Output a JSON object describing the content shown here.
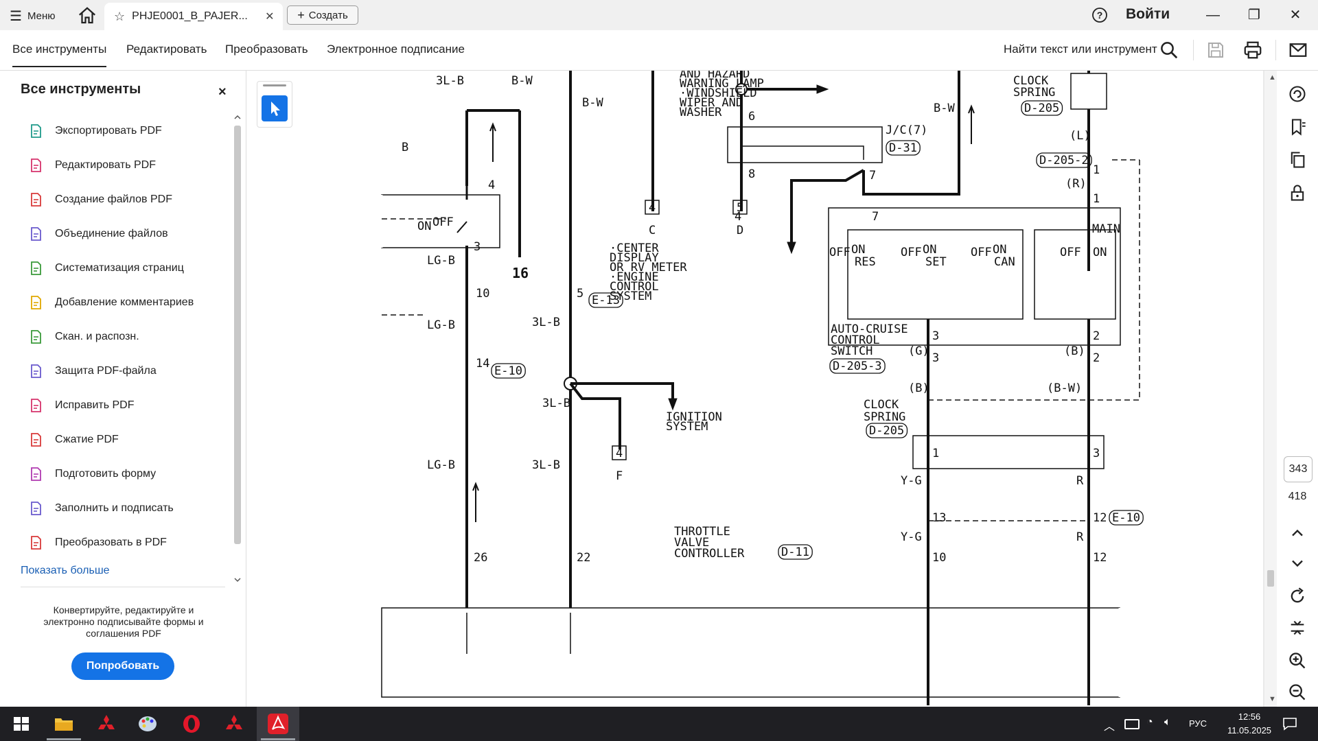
{
  "titlebar": {
    "menu_label": "Меню",
    "tab_title": "PHJE0001_B_PAJER...",
    "new_label": "Создать",
    "signin_label": "Войти"
  },
  "toolbar": {
    "tabs": [
      "Все инструменты",
      "Редактировать",
      "Преобразовать",
      "Электронное подписание"
    ],
    "find_label": "Найти текст или инструмент"
  },
  "left_panel": {
    "title": "Все инструменты",
    "items": [
      {
        "label": "Экспортировать PDF",
        "icon": "export-pdf-icon",
        "color": "#1f9a8a"
      },
      {
        "label": "Редактировать PDF",
        "icon": "edit-pdf-icon",
        "color": "#d6336c"
      },
      {
        "label": "Создание файлов PDF",
        "icon": "create-pdf-icon",
        "color": "#d93a3a"
      },
      {
        "label": "Объединение файлов",
        "icon": "combine-files-icon",
        "color": "#6a5acd"
      },
      {
        "label": "Систематизация страниц",
        "icon": "organize-pages-icon",
        "color": "#3a9a3a"
      },
      {
        "label": "Добавление комментариев",
        "icon": "comment-icon",
        "color": "#e0a800"
      },
      {
        "label": "Скан. и распозн.",
        "icon": "scan-ocr-icon",
        "color": "#3a9a3a"
      },
      {
        "label": "Защита PDF-файла",
        "icon": "protect-pdf-icon",
        "color": "#6a5acd"
      },
      {
        "label": "Исправить PDF",
        "icon": "fix-pdf-icon",
        "color": "#d6336c"
      },
      {
        "label": "Сжатие PDF",
        "icon": "compress-pdf-icon",
        "color": "#d93a3a"
      },
      {
        "label": "Подготовить форму",
        "icon": "prepare-form-icon",
        "color": "#b03ab0"
      },
      {
        "label": "Заполнить и подписать",
        "icon": "fill-sign-icon",
        "color": "#6a5acd"
      },
      {
        "label": "Преобразовать в PDF",
        "icon": "convert-pdf-icon",
        "color": "#d93a3a"
      }
    ],
    "show_more": "Показать больше",
    "promo_text": "Конвертируйте, редактируйте и электронно подписывайте формы и соглашения PDF",
    "try_button": "Попробовать"
  },
  "page_nav": {
    "current": "343",
    "total": "418"
  },
  "taskbar": {
    "language": "РУС",
    "time": "12:56",
    "date": "11.05.2025"
  },
  "diagram": {
    "labels": {
      "l1": "3L-B",
      "l2": "B-W",
      "l3": "B-W",
      "l4": "AND HAZARD",
      "l5": "WARNING LAMP",
      "l6": "·WINDSHIELD",
      "l7": "WIPER AND",
      "l8": "WASHER",
      "l9": "CLOCK",
      "l10": "SPRING",
      "l11": "D-205",
      "l12": "B",
      "l13": "4",
      "l14": "6",
      "l15": "J/C(7)",
      "l16": "D-31",
      "l17": "B-W",
      "l18": "(L)",
      "l19": "D-205-2",
      "l20": "1",
      "l21": "(R)",
      "l22": "1",
      "l23": "ON",
      "l24": "OFF",
      "l25": "8",
      "l26": "7",
      "l27": "4",
      "l28": "5",
      "l29": "C",
      "l30": "D",
      "l31": "3",
      "l32": "16",
      "l33": "LG-B",
      "l34": "·CENTER",
      "l35": "DISPLAY",
      "l36": "OR RV METER",
      "l37": "·ENGINE",
      "l38": "CONTROL",
      "l39": "SYSTEM",
      "l40": "OFF",
      "l41": "ON",
      "l42": "RES",
      "l43": "OFF",
      "l44": "ON",
      "l45": "SET",
      "l46": "OFF",
      "l47": "ON",
      "l48": "CAN",
      "l49": "MAIN",
      "l50": "OFF",
      "l51": "ON",
      "l52": "10",
      "l53": "5",
      "l54": "E-13",
      "l55": "LG-B",
      "l56": "3L-B",
      "l57": "AUTO-CRUISE",
      "l58": "CONTROL",
      "l59": "SWITCH",
      "l60": "D-205-3",
      "l61": "(G)",
      "l62": "3",
      "l63": "3",
      "l64": "(B)",
      "l65": "2",
      "l66": "2",
      "l67": "14",
      "l68": "E-10",
      "l69": "IGNITION",
      "l70": "SYSTEM",
      "l71": "(B)",
      "l72": "(B-W)",
      "l73": "CLOCK",
      "l74": "SPRING",
      "l75": "D-205",
      "l76": "3L-B",
      "l77": "4",
      "l78": "F",
      "l79": "1",
      "l80": "3",
      "l81": "LG-B",
      "l82": "3L-B",
      "l83": "Y-G",
      "l84": "R",
      "l85": "13",
      "l86": "12",
      "l87": "E-10",
      "l88": "THROTTLE",
      "l89": "VALVE",
      "l90": "CONTROLLER",
      "l91": "D-11",
      "l92": "Y-G",
      "l93": "R",
      "l94": "26",
      "l95": "22",
      "l96": "10",
      "l97": "12",
      "l98": "4",
      "l99": "7"
    }
  }
}
